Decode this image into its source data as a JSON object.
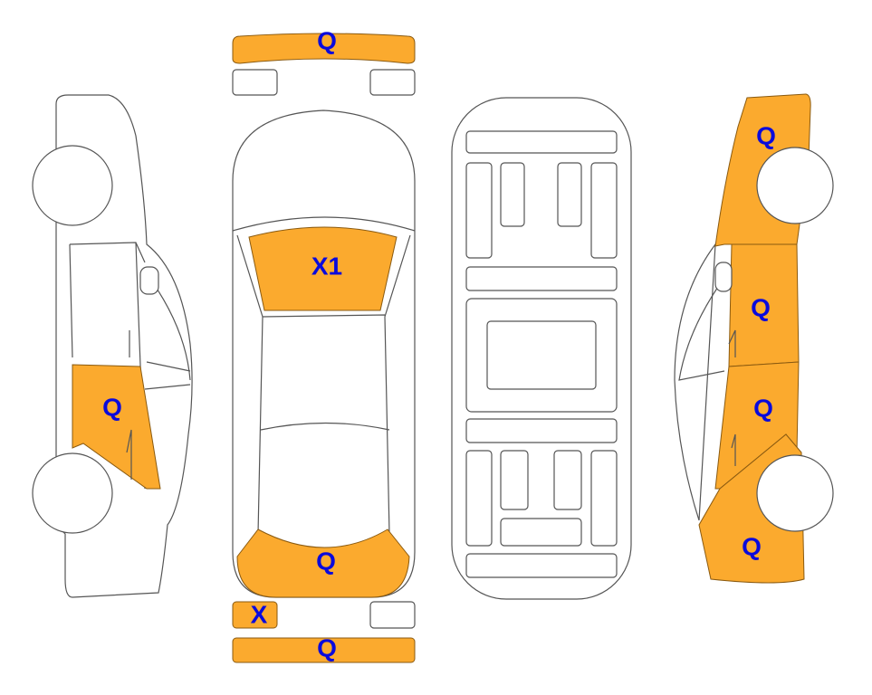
{
  "colors": {
    "damage_fill": "#FBAA2E",
    "label": "#0A0ADC",
    "outline": "#555555"
  },
  "views": {
    "left_side": {
      "rear_door": "Q"
    },
    "top": {
      "front_bumper": "Q",
      "windshield": "X1",
      "rear_window_area": "Q",
      "left_tail_light": "X",
      "rear_bumper": "Q"
    },
    "right_side": {
      "front_fender": "Q",
      "front_door": "Q",
      "rear_door": "Q",
      "rear_quarter": "Q"
    }
  }
}
